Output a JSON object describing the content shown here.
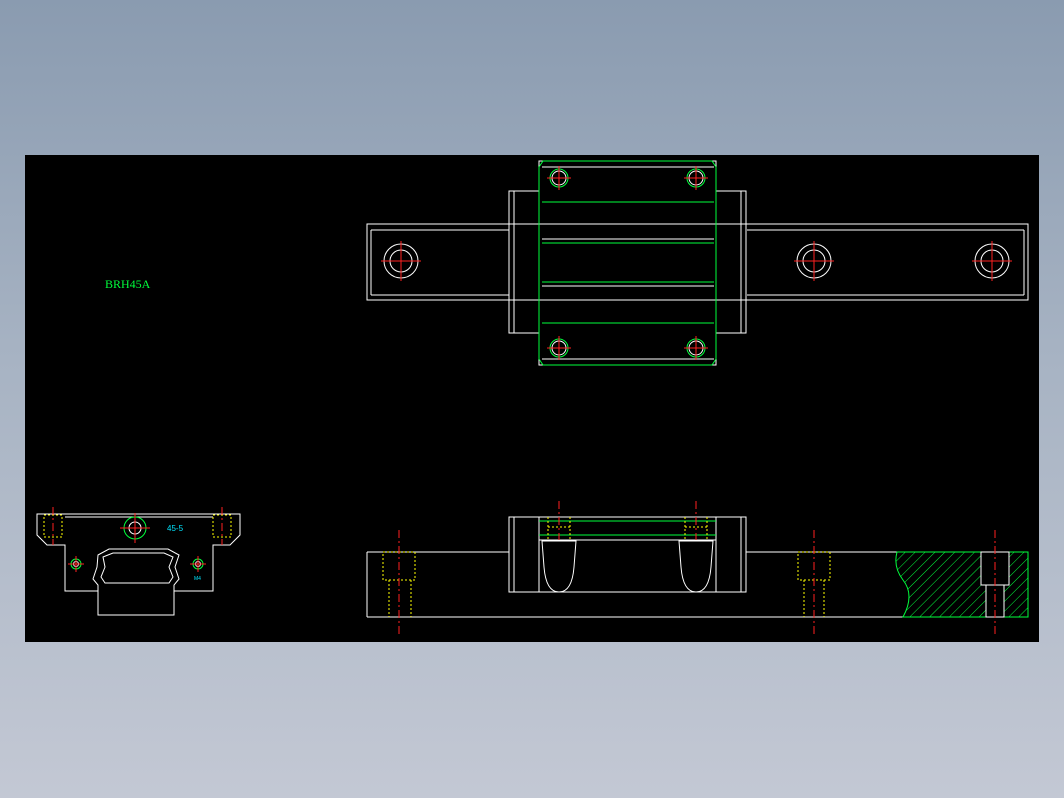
{
  "drawing": {
    "part_label": "BRH45A",
    "end_view_label": "45-5",
    "end_view_small_label": "M4"
  },
  "colors": {
    "background_top": "#8a9bb0",
    "background_bottom": "#c3c8d4",
    "canvas": "#000000",
    "outline": "#ffffff",
    "body": "#00ff3c",
    "centerline": "#ff2020",
    "hidden": "#ffff00",
    "dimension_text": "#00e5ff"
  }
}
